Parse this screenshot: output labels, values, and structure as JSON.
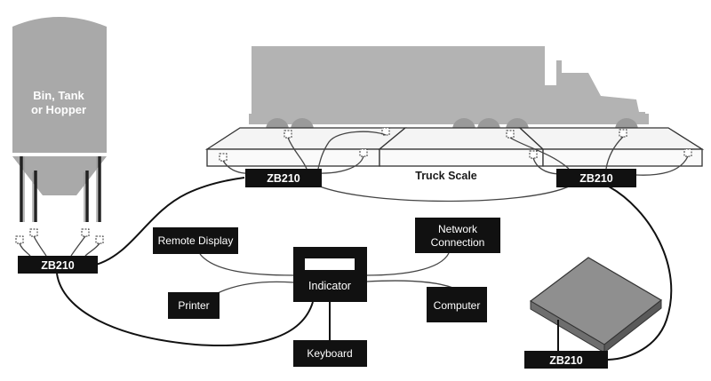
{
  "labels": {
    "silo_line1": "Bin, Tank",
    "silo_line2": "or Hopper",
    "truck_scale": "Truck Scale",
    "zb210_silo": "ZB210",
    "zb210_truck_left": "ZB210",
    "zb210_truck_right": "ZB210",
    "zb210_platform": "ZB210",
    "remote_display": "Remote Display",
    "network_line1": "Network",
    "network_line2": "Connection",
    "indicator": "Indicator",
    "printer": "Printer",
    "computer": "Computer",
    "keyboard": "Keyboard"
  },
  "colors": {
    "device_fill": "#111111",
    "silo_gray": "#a9a9a9",
    "truck_gray": "#b3b3b3",
    "platform_top": "#8f8f8f",
    "platform_side": "#6e6e6e"
  }
}
